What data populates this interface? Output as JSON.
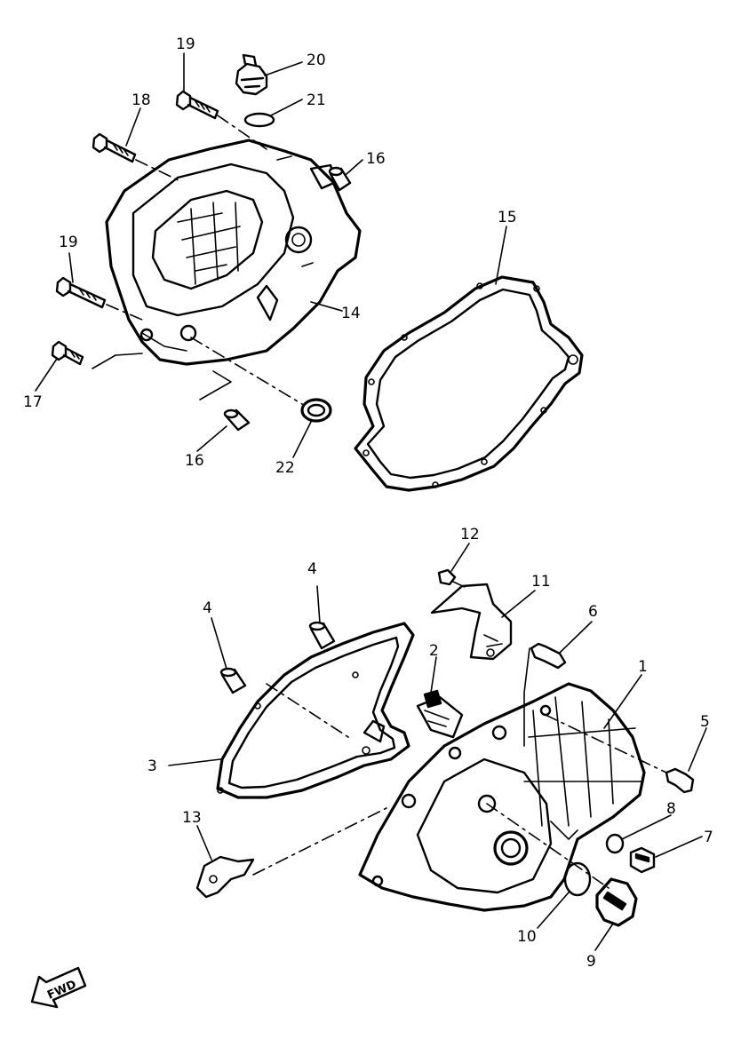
{
  "labels": {
    "p1": "1",
    "p2": "2",
    "p3": "3",
    "p4a": "4",
    "p4b": "4",
    "p5": "5",
    "p6": "6",
    "p7": "7",
    "p8": "8",
    "p9": "9",
    "p10": "10",
    "p11": "11",
    "p12": "12",
    "p13": "13",
    "p14": "14",
    "p15": "15",
    "p16a": "16",
    "p16b": "16",
    "p17": "17",
    "p18": "18",
    "p19a": "19",
    "p19b": "19",
    "p20": "20",
    "p21": "21",
    "p22": "22"
  },
  "direction_badge": "FWD"
}
